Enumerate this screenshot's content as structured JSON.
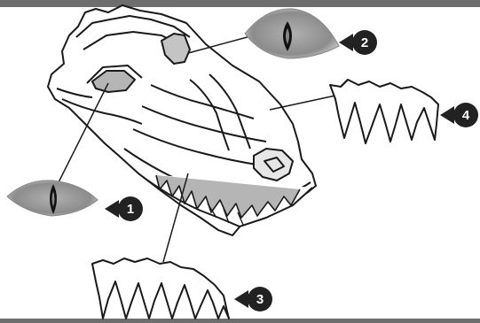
{
  "colors": {
    "frame": "#6e6e6e",
    "ink": "#1a1a1a",
    "callout_fill": "#222222",
    "callout_text": "#ffffff",
    "eye_fill": "#9a9a9a",
    "tooth_fill": "#b5b5b5"
  },
  "callouts": [
    {
      "id": "1",
      "label": "1",
      "part": "eye"
    },
    {
      "id": "2",
      "label": "2",
      "part": "eye"
    },
    {
      "id": "3",
      "label": "3",
      "part": "teeth"
    },
    {
      "id": "4",
      "label": "4",
      "part": "teeth"
    }
  ]
}
